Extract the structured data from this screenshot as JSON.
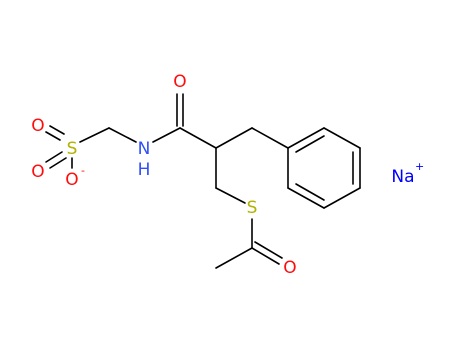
{
  "structure": {
    "atoms": {
      "o_sulfonyl_top": {
        "symbol": "O",
        "color": "#ff0d0d"
      },
      "o_sulfonyl_left": {
        "symbol": "O",
        "color": "#ff0d0d"
      },
      "o_sulfonate": {
        "symbol": "O",
        "color": "#ff0d0d",
        "charge": "-"
      },
      "sulfur_sulfonate": {
        "symbol": "S",
        "color": "#b2b200"
      },
      "nitrogen": {
        "symbol": "N",
        "color": "#3050f8"
      },
      "hydrogen_on_n": {
        "symbol": "H",
        "color": "#3050f8"
      },
      "o_amide": {
        "symbol": "O",
        "color": "#ff0d0d"
      },
      "sulfur_thioester": {
        "symbol": "S",
        "color": "#b2b200"
      },
      "o_thioester": {
        "symbol": "O",
        "color": "#ff0d0d"
      },
      "sodium": {
        "symbol": "Na",
        "color": "#0000ff",
        "charge": "+"
      }
    },
    "colors": {
      "bond": "#000000",
      "background": "#ffffff"
    }
  }
}
